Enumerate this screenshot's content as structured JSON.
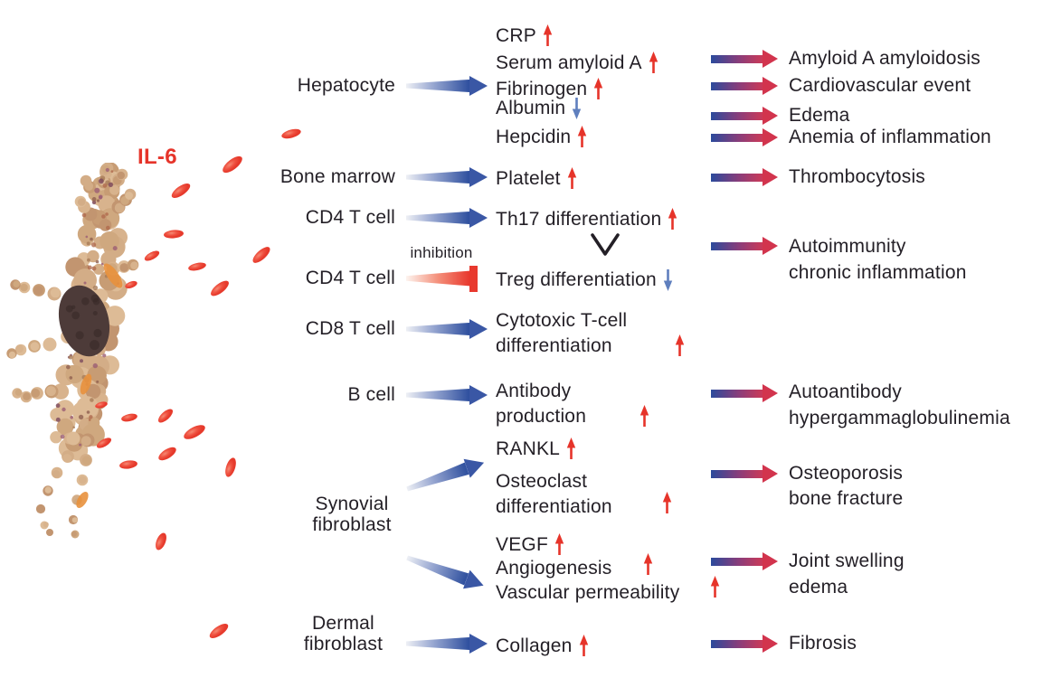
{
  "figure": {
    "source_label": "IL-6",
    "inhibition_label": "inhibition",
    "imbalance_symbol": "∨"
  },
  "colors": {
    "il6_red": "#e6342a",
    "text": "#231f26",
    "arrow_blue": "#2e4f9e",
    "arrow_purple": "#8b3d7a",
    "arrow_crimson": "#d2344d",
    "decrease_blue": "#5f7fbe",
    "cell_tan": "#d4ad87",
    "nucleus_brown": "#4d3b39",
    "organelle_orange": "#e8913d"
  },
  "icons": {
    "increase_arrow": "↑",
    "decrease_arrow": "↓",
    "il6_molecule": "red-ellipse"
  },
  "cells": [
    {
      "label": "Hepatocyte"
    },
    {
      "label": "Bone marrow"
    },
    {
      "label": "CD4 T cell"
    },
    {
      "label": "CD4 T cell"
    },
    {
      "label": "CD8 T cell"
    },
    {
      "label": "B cell"
    },
    {
      "label": "Synovial fibroblast",
      "line1": "Synovial",
      "line2": "fibroblast"
    },
    {
      "label": "Dermal fibroblast",
      "line1": "Dermal",
      "line2": "fibroblast"
    }
  ],
  "effects": [
    {
      "label": "CRP",
      "direction": "up"
    },
    {
      "label": "Serum amyloid A",
      "direction": "up"
    },
    {
      "label": "Fibrinogen",
      "direction": "up"
    },
    {
      "label": "Albumin",
      "direction": "down"
    },
    {
      "label": "Hepcidin",
      "direction": "up"
    },
    {
      "label": "Platelet",
      "direction": "up"
    },
    {
      "label": "Th17 differentiation",
      "direction": "up"
    },
    {
      "label": "Treg differentiation",
      "direction": "down"
    },
    {
      "line1": "Cytotoxic T-cell",
      "line2": "differentiation",
      "direction": "up"
    },
    {
      "line1": "Antibody",
      "line2": "production",
      "direction": "up"
    },
    {
      "label": "RANKL",
      "direction": "up"
    },
    {
      "line1": "Osteoclast",
      "line2": "differentiation",
      "direction": "up"
    },
    {
      "label": "VEGF",
      "direction": "up"
    },
    {
      "label": "Angiogenesis",
      "direction": "up"
    },
    {
      "label": "Vascular permeability",
      "direction": "up"
    },
    {
      "label": "Collagen",
      "direction": "up"
    }
  ],
  "outcomes": [
    {
      "label": "Amyloid A amyloidosis"
    },
    {
      "label": "Cardiovascular event"
    },
    {
      "label": "Edema"
    },
    {
      "label": "Anemia of inflammation"
    },
    {
      "label": "Thrombocytosis"
    },
    {
      "line1": "Autoimmunity",
      "line2": "chronic inflammation"
    },
    {
      "line1": "Autoantibody",
      "line2": "hypergammaglobulinemia"
    },
    {
      "line1": "Osteoporosis",
      "line2": "bone fracture"
    },
    {
      "line1": "Joint swelling",
      "line2": "edema"
    },
    {
      "label": "Fibrosis"
    }
  ]
}
